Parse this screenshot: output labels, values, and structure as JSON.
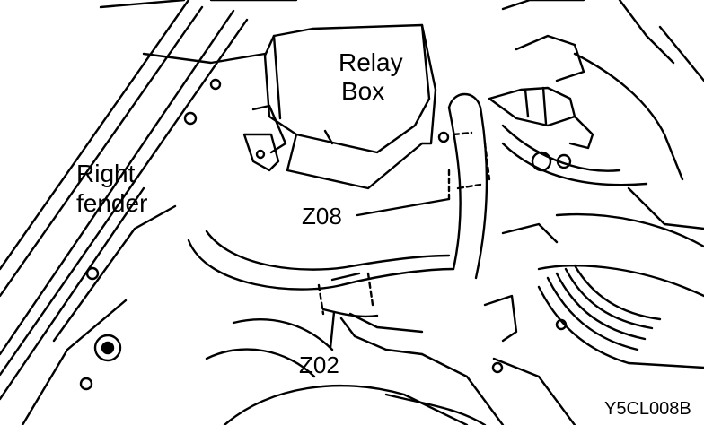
{
  "labels": {
    "relay_box": [
      "Relay",
      "Box"
    ],
    "right_fender": [
      "Right",
      "fender"
    ],
    "z08": "Z08",
    "z02": "Z02",
    "figure_code": "Y5CL008B"
  },
  "colors": {
    "ink": "#000000",
    "paper": "#ffffff"
  }
}
